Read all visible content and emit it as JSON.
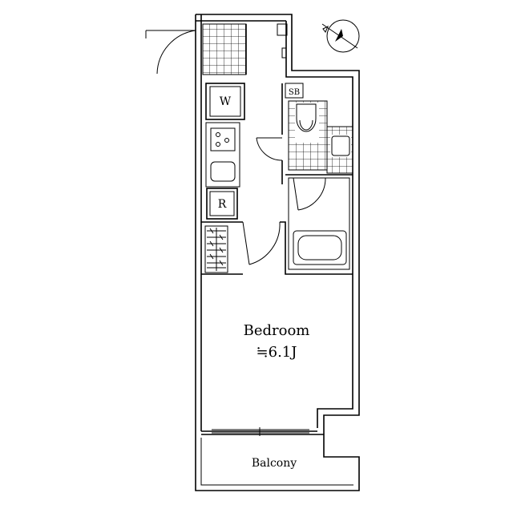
{
  "floor_plan": {
    "rooms": {
      "bedroom": {
        "label": "Bedroom",
        "area": "≒6.1J"
      },
      "balcony": {
        "label": "Balcony"
      },
      "washer": {
        "label": "W"
      },
      "refrigerator": {
        "label": "R"
      },
      "shoe_box": {
        "label": "SB"
      }
    }
  }
}
